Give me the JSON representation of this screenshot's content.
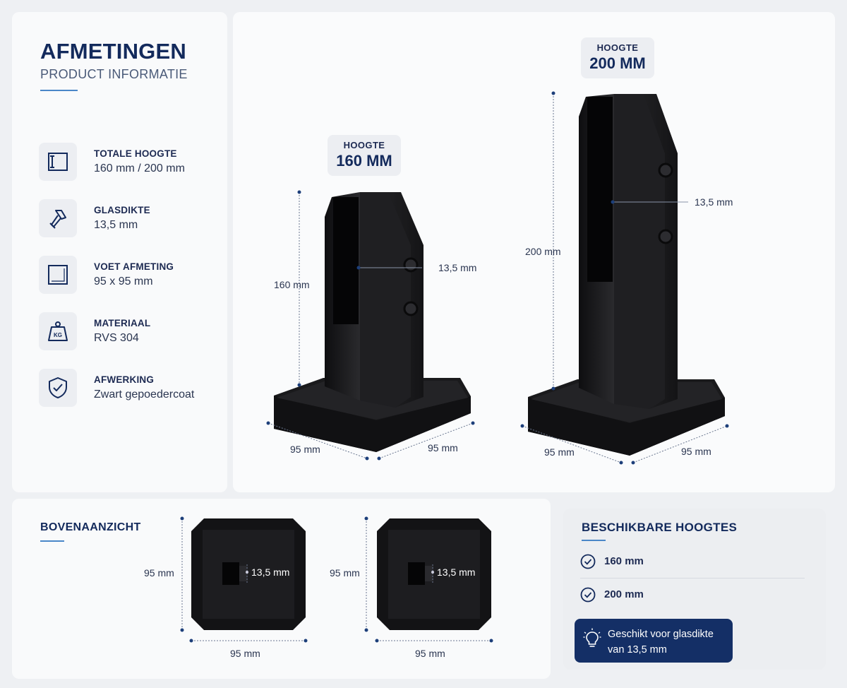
{
  "header": {
    "title": "AFMETINGEN",
    "subtitle": "PRODUCT INFORMATIE"
  },
  "specs": [
    {
      "label": "TOTALE HOOGTE",
      "value": "160 mm / 200 mm",
      "icon": "height-icon"
    },
    {
      "label": "GLASDIKTE",
      "value": "13,5 mm",
      "icon": "glass-tool-icon"
    },
    {
      "label": "VOET AFMETING",
      "value": "95 x 95 mm",
      "icon": "square-base-icon"
    },
    {
      "label": "MATERIAAL",
      "value": "RVS 304",
      "icon": "weight-kg-icon"
    },
    {
      "label": "AFWERKING",
      "value": "Zwart gepoedercoat",
      "icon": "shield-check-icon"
    }
  ],
  "kg_text": "KG",
  "products": {
    "small": {
      "badge_label": "HOOGTE",
      "badge_value": "160 MM",
      "height": "160 mm",
      "glass": "13,5 mm",
      "width_left": "95 mm",
      "width_right": "95 mm"
    },
    "large": {
      "badge_label": "HOOGTE",
      "badge_value": "200 MM",
      "height": "200 mm",
      "glass": "13,5 mm",
      "width_left": "95 mm",
      "width_right": "95 mm"
    }
  },
  "top_view": {
    "title": "BOVENAANZICHT",
    "views": [
      {
        "side": "95 mm",
        "bottom": "95 mm",
        "slot": "13,5 mm"
      },
      {
        "side": "95 mm",
        "bottom": "95 mm",
        "slot": "13,5 mm"
      }
    ]
  },
  "available_heights": {
    "title": "BESCHIKBARE HOOGTES",
    "items": [
      "160 mm",
      "200 mm"
    ],
    "note_line1": "Geschikt voor glasdikte",
    "note_line2": "van 13,5 mm"
  },
  "colors": {
    "navy": "#132a5c",
    "accent": "#4a87c8",
    "product": "#1c1c1e"
  }
}
